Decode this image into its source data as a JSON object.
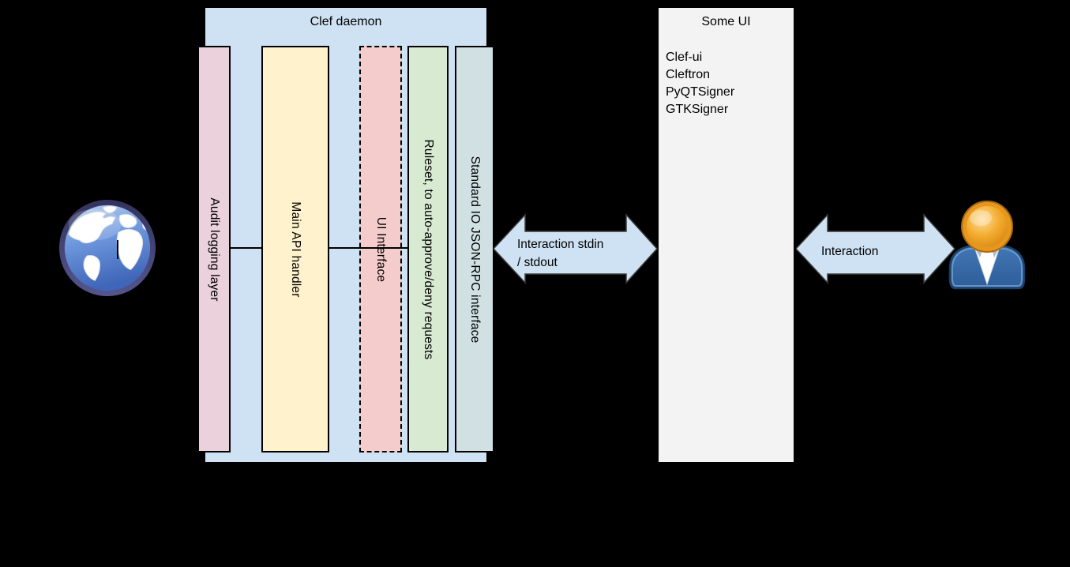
{
  "diagram": {
    "kind": "architecture-diagram",
    "background": "#000000"
  },
  "daemon": {
    "title": "Clef daemon",
    "fill": "#cfe2f3",
    "bars": [
      {
        "label": "Audit logging layer",
        "fill": "#ead1dc",
        "border": "solid"
      },
      {
        "label": "Main API handler",
        "fill": "#fff2cc",
        "border": "solid"
      },
      {
        "label": "UI Interface",
        "fill": "#f4cccc",
        "border": "dashed"
      },
      {
        "label": "Ruleset, to auto-approve/deny requests",
        "fill": "#d9ead3",
        "border": "solid"
      },
      {
        "label": "Standard IO JSON-RPC interface",
        "fill": "#d0e0e3",
        "border": "solid"
      }
    ]
  },
  "some_ui": {
    "title": "Some UI",
    "fill": "#f3f3f3",
    "items": [
      "Clef-ui",
      "Cleftron",
      "PyQTSigner",
      "GTKSigner"
    ]
  },
  "arrows": {
    "daemon_to_ui": {
      "line1": "Interaction stdin",
      "line2": "/ stdout",
      "fill": "#cfe2f3"
    },
    "ui_to_user": {
      "label": "Interaction",
      "fill": "#cfe2f3"
    }
  },
  "icons": {
    "left_actor": "globe-icon",
    "right_actor": "user-icon"
  }
}
